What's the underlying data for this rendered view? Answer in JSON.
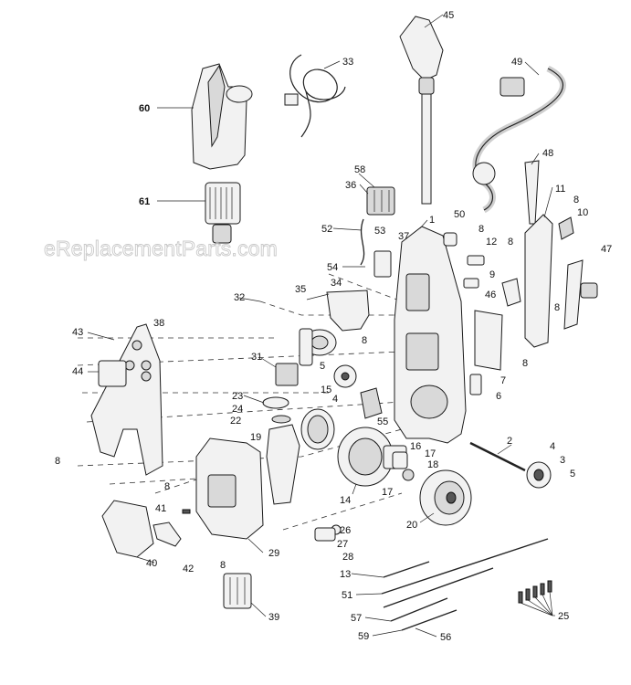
{
  "watermark": "eReplacementParts.com",
  "callouts": [
    {
      "id": "c45",
      "text": "45"
    },
    {
      "id": "c33",
      "text": "33"
    },
    {
      "id": "c49",
      "text": "49"
    },
    {
      "id": "c60",
      "text": "60"
    },
    {
      "id": "c61",
      "text": "61"
    },
    {
      "id": "c48",
      "text": "48"
    },
    {
      "id": "c58",
      "text": "58"
    },
    {
      "id": "c36",
      "text": "36"
    },
    {
      "id": "c1",
      "text": "1"
    },
    {
      "id": "c50",
      "text": "50"
    },
    {
      "id": "c11",
      "text": "11"
    },
    {
      "id": "c8a",
      "text": "8"
    },
    {
      "id": "c10",
      "text": "10"
    },
    {
      "id": "c52",
      "text": "52"
    },
    {
      "id": "c53",
      "text": "53"
    },
    {
      "id": "c37",
      "text": "37"
    },
    {
      "id": "c8b",
      "text": "8"
    },
    {
      "id": "c12",
      "text": "12"
    },
    {
      "id": "c8c",
      "text": "8"
    },
    {
      "id": "c47",
      "text": "47"
    },
    {
      "id": "c54",
      "text": "54"
    },
    {
      "id": "c9",
      "text": "9"
    },
    {
      "id": "c34",
      "text": "34"
    },
    {
      "id": "c35",
      "text": "35"
    },
    {
      "id": "c32",
      "text": "32"
    },
    {
      "id": "c46",
      "text": "46"
    },
    {
      "id": "c8d",
      "text": "8"
    },
    {
      "id": "c38",
      "text": "38"
    },
    {
      "id": "c43",
      "text": "43"
    },
    {
      "id": "c8e",
      "text": "8"
    },
    {
      "id": "c44",
      "text": "44"
    },
    {
      "id": "c31",
      "text": "31"
    },
    {
      "id": "c5a",
      "text": "5"
    },
    {
      "id": "c8f",
      "text": "8"
    },
    {
      "id": "c7",
      "text": "7"
    },
    {
      "id": "c4a",
      "text": "4"
    },
    {
      "id": "c6",
      "text": "6"
    },
    {
      "id": "c23",
      "text": "23"
    },
    {
      "id": "c15",
      "text": "15"
    },
    {
      "id": "c24",
      "text": "24"
    },
    {
      "id": "c22",
      "text": "22"
    },
    {
      "id": "c55",
      "text": "55"
    },
    {
      "id": "c19",
      "text": "19"
    },
    {
      "id": "c2",
      "text": "2"
    },
    {
      "id": "c16",
      "text": "16"
    },
    {
      "id": "c4b",
      "text": "4"
    },
    {
      "id": "c17a",
      "text": "17"
    },
    {
      "id": "c3",
      "text": "3"
    },
    {
      "id": "c18",
      "text": "18"
    },
    {
      "id": "c5b",
      "text": "5"
    },
    {
      "id": "c8g",
      "text": "8"
    },
    {
      "id": "c8h",
      "text": "8"
    },
    {
      "id": "c17b",
      "text": "17"
    },
    {
      "id": "c14",
      "text": "14"
    },
    {
      "id": "c41",
      "text": "41"
    },
    {
      "id": "c20",
      "text": "20"
    },
    {
      "id": "c26",
      "text": "26"
    },
    {
      "id": "c27",
      "text": "27"
    },
    {
      "id": "c29",
      "text": "29"
    },
    {
      "id": "c40",
      "text": "40"
    },
    {
      "id": "c42",
      "text": "42"
    },
    {
      "id": "c28",
      "text": "28"
    },
    {
      "id": "c8i",
      "text": "8"
    },
    {
      "id": "c13",
      "text": "13"
    },
    {
      "id": "c51",
      "text": "51"
    },
    {
      "id": "c39",
      "text": "39"
    },
    {
      "id": "c25",
      "text": "25"
    },
    {
      "id": "c57",
      "text": "57"
    },
    {
      "id": "c59",
      "text": "59"
    },
    {
      "id": "c56",
      "text": "56"
    }
  ]
}
